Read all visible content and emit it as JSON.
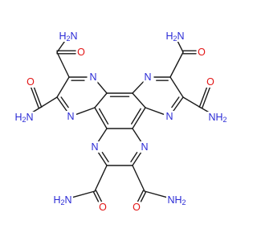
{
  "molecule": {
    "atoms": [
      {
        "id": "c1",
        "el": "C",
        "label": ""
      },
      {
        "id": "c2",
        "el": "C",
        "label": ""
      },
      {
        "id": "c3",
        "el": "C",
        "label": ""
      },
      {
        "id": "c4",
        "el": "C",
        "label": ""
      },
      {
        "id": "c5",
        "el": "C",
        "label": ""
      },
      {
        "id": "c6",
        "el": "C",
        "label": ""
      },
      {
        "id": "n_tl_up",
        "el": "N",
        "label": "N"
      },
      {
        "id": "n_tl_lo",
        "el": "N",
        "label": "N"
      },
      {
        "id": "n_tr_up",
        "el": "N",
        "label": "N"
      },
      {
        "id": "n_tr_lo",
        "el": "N",
        "label": "N"
      },
      {
        "id": "n_b_l",
        "el": "N",
        "label": "N"
      },
      {
        "id": "n_b_r",
        "el": "N",
        "label": "N"
      },
      {
        "id": "c_tl_a",
        "el": "C",
        "label": ""
      },
      {
        "id": "c_tl_b",
        "el": "C",
        "label": ""
      },
      {
        "id": "c_tr_a",
        "el": "C",
        "label": ""
      },
      {
        "id": "c_tr_b",
        "el": "C",
        "label": ""
      },
      {
        "id": "c_b_a",
        "el": "C",
        "label": ""
      },
      {
        "id": "c_b_b",
        "el": "C",
        "label": ""
      },
      {
        "id": "am1_c",
        "el": "C",
        "label": ""
      },
      {
        "id": "am1_o",
        "el": "O",
        "label": "O"
      },
      {
        "id": "am1_n",
        "el": "N",
        "label": "H2N"
      },
      {
        "id": "am2_c",
        "el": "C",
        "label": ""
      },
      {
        "id": "am2_o",
        "el": "O",
        "label": "O"
      },
      {
        "id": "am2_n",
        "el": "N",
        "label": "H2N"
      },
      {
        "id": "am3_c",
        "el": "C",
        "label": ""
      },
      {
        "id": "am3_o",
        "el": "O",
        "label": "O"
      },
      {
        "id": "am3_n",
        "el": "N",
        "label": "H2N"
      },
      {
        "id": "am4_c",
        "el": "C",
        "label": ""
      },
      {
        "id": "am4_o",
        "el": "O",
        "label": "O"
      },
      {
        "id": "am4_n",
        "el": "N",
        "label": "NH2"
      },
      {
        "id": "am5_c",
        "el": "C",
        "label": ""
      },
      {
        "id": "am5_o",
        "el": "O",
        "label": "O"
      },
      {
        "id": "am5_n",
        "el": "N",
        "label": "H2N"
      },
      {
        "id": "am6_c",
        "el": "C",
        "label": ""
      },
      {
        "id": "am6_o",
        "el": "O",
        "label": "O"
      },
      {
        "id": "am6_n",
        "el": "N",
        "label": "NH2"
      }
    ],
    "bonds": [
      {
        "a": "c1",
        "b": "c2",
        "order": 1
      },
      {
        "a": "c2",
        "b": "c3",
        "order": 2
      },
      {
        "a": "c3",
        "b": "c4",
        "order": 1
      },
      {
        "a": "c4",
        "b": "c5",
        "order": 2
      },
      {
        "a": "c5",
        "b": "c6",
        "order": 1
      },
      {
        "a": "c6",
        "b": "c1",
        "order": 2
      },
      {
        "a": "c1",
        "b": "n_tl_lo",
        "order": 1
      },
      {
        "a": "n_tl_lo",
        "b": "c_tl_b",
        "order": 2
      },
      {
        "a": "c_tl_b",
        "b": "c_tl_a",
        "order": 1
      },
      {
        "a": "c_tl_a",
        "b": "n_tl_up",
        "order": 2
      },
      {
        "a": "n_tl_up",
        "b": "c2",
        "order": 1
      },
      {
        "a": "c3",
        "b": "n_tr_up",
        "order": 1
      },
      {
        "a": "n_tr_up",
        "b": "c_tr_a",
        "order": 2
      },
      {
        "a": "c_tr_a",
        "b": "c_tr_b",
        "order": 1
      },
      {
        "a": "c_tr_b",
        "b": "n_tr_lo",
        "order": 2
      },
      {
        "a": "n_tr_lo",
        "b": "c4",
        "order": 1
      },
      {
        "a": "c5",
        "b": "n_b_r",
        "order": 1
      },
      {
        "a": "n_b_r",
        "b": "c_b_b",
        "order": 2
      },
      {
        "a": "c_b_b",
        "b": "c_b_a",
        "order": 1
      },
      {
        "a": "c_b_a",
        "b": "n_b_l",
        "order": 2
      },
      {
        "a": "n_b_l",
        "b": "c6",
        "order": 1
      },
      {
        "a": "c_tl_a",
        "b": "am1_c",
        "order": 1
      },
      {
        "a": "am1_c",
        "b": "am1_o",
        "order": 2
      },
      {
        "a": "am1_c",
        "b": "am1_n",
        "order": 1
      },
      {
        "a": "c_tl_b",
        "b": "am2_c",
        "order": 1
      },
      {
        "a": "am2_c",
        "b": "am2_o",
        "order": 2
      },
      {
        "a": "am2_c",
        "b": "am2_n",
        "order": 1
      },
      {
        "a": "c_tr_a",
        "b": "am3_c",
        "order": 1
      },
      {
        "a": "am3_c",
        "b": "am3_o",
        "order": 2
      },
      {
        "a": "am3_c",
        "b": "am3_n",
        "order": 1
      },
      {
        "a": "c_tr_b",
        "b": "am4_c",
        "order": 1
      },
      {
        "a": "am4_c",
        "b": "am4_o",
        "order": 2
      },
      {
        "a": "am4_c",
        "b": "am4_n",
        "order": 1
      },
      {
        "a": "c_b_a",
        "b": "am5_c",
        "order": 1
      },
      {
        "a": "am5_c",
        "b": "am5_o",
        "order": 2
      },
      {
        "a": "am5_c",
        "b": "am5_n",
        "order": 1
      },
      {
        "a": "c_b_b",
        "b": "am6_c",
        "order": 1
      },
      {
        "a": "am6_c",
        "b": "am6_o",
        "order": 2
      },
      {
        "a": "am6_c",
        "b": "am6_n",
        "order": 1
      }
    ]
  },
  "colors": {
    "bond": "#1a1a1a",
    "carbon": "#1a1a1a",
    "nitrogen": "#2a2ad6",
    "oxygen": "#e21414"
  }
}
